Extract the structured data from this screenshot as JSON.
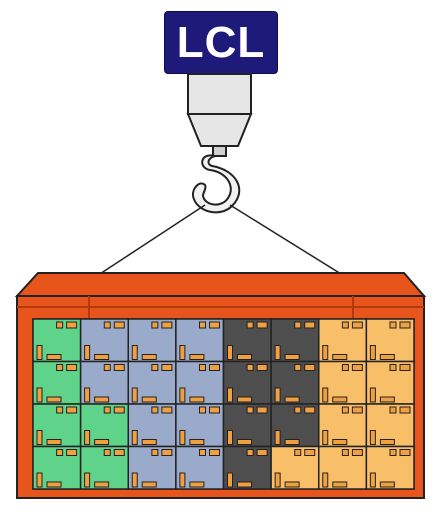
{
  "sign": {
    "label": "LCL",
    "color": "#1e1a7a"
  },
  "container": {
    "frame_color": "#e8551c",
    "frame_dark": "#b13a0c"
  },
  "cargo_colors": {
    "green": "#5fd38a",
    "blue": "#9aaacb",
    "dark": "#4e4e4e",
    "orange": "#f9bf68"
  },
  "box_tape_color": "#f0a040",
  "grid": [
    [
      "green",
      "blue",
      "blue",
      "blue",
      "dark",
      "dark",
      "orange",
      "orange"
    ],
    [
      "green",
      "blue",
      "blue",
      "blue",
      "dark",
      "dark",
      "orange",
      "orange"
    ],
    [
      "green",
      "green",
      "blue",
      "blue",
      "dark",
      "dark",
      "orange",
      "orange"
    ],
    [
      "green",
      "green",
      "blue",
      "blue",
      "dark",
      "orange",
      "orange",
      "orange"
    ]
  ]
}
